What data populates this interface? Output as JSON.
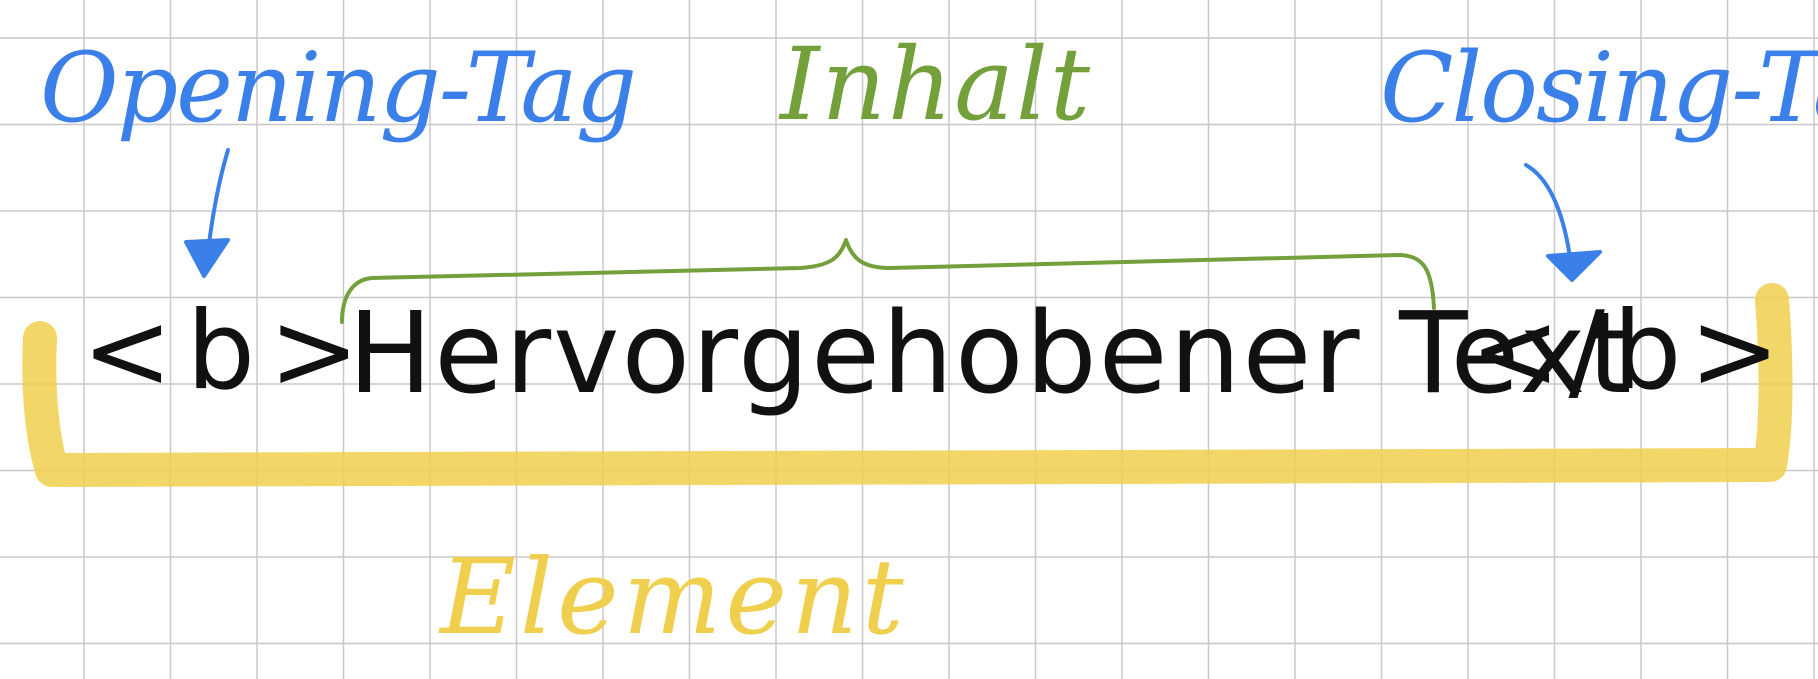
{
  "diagram": {
    "labels": {
      "opening_tag": "Opening-Tag",
      "inhalt": "Inhalt",
      "closing_tag": "Closing-Tag",
      "element": "Element"
    },
    "code": {
      "open_tag": "<b>",
      "content": "Hervorgehobener Text",
      "close_tag": "</b>"
    }
  },
  "colors": {
    "blue": "#3B7FE8",
    "green": "#73A03B",
    "yellow": "#F1CF4E",
    "ink": "#111111",
    "grid": "#C8C8C8"
  }
}
